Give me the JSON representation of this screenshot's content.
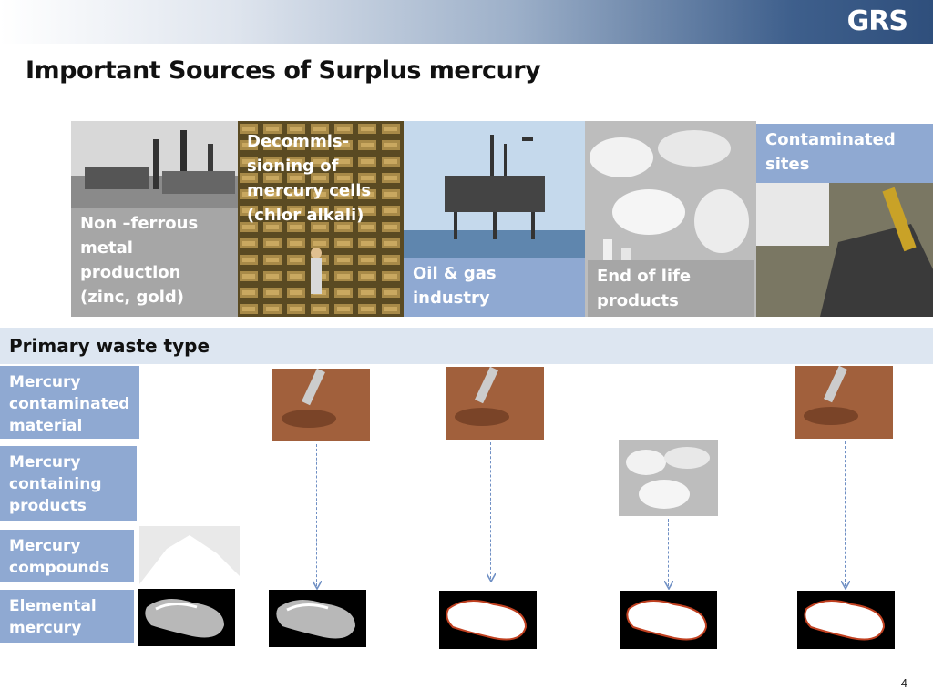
{
  "header": {
    "logo": "GRS"
  },
  "title": "Important Sources of Surplus mercury",
  "sources": [
    {
      "label": "Non –ferrous metal production (zinc, gold)"
    },
    {
      "label": "Decommis-sioning of mercury cells (chlor alkali)"
    },
    {
      "label": "Oil & gas industry"
    },
    {
      "label": "End of life products"
    },
    {
      "label": "Contaminated sites"
    }
  ],
  "band": {
    "label": "Primary waste type"
  },
  "waste_types": [
    {
      "label": "Mercury contaminated material"
    },
    {
      "label": "Mercury containing products"
    },
    {
      "label": "Mercury compounds"
    },
    {
      "label": "Elemental mercury"
    }
  ],
  "page_number": "4",
  "colors": {
    "label_blue": "#8fa9d2",
    "label_grey": "#a6a6a6",
    "band": "#dde6f1",
    "arrow": "#6f8fc4"
  }
}
